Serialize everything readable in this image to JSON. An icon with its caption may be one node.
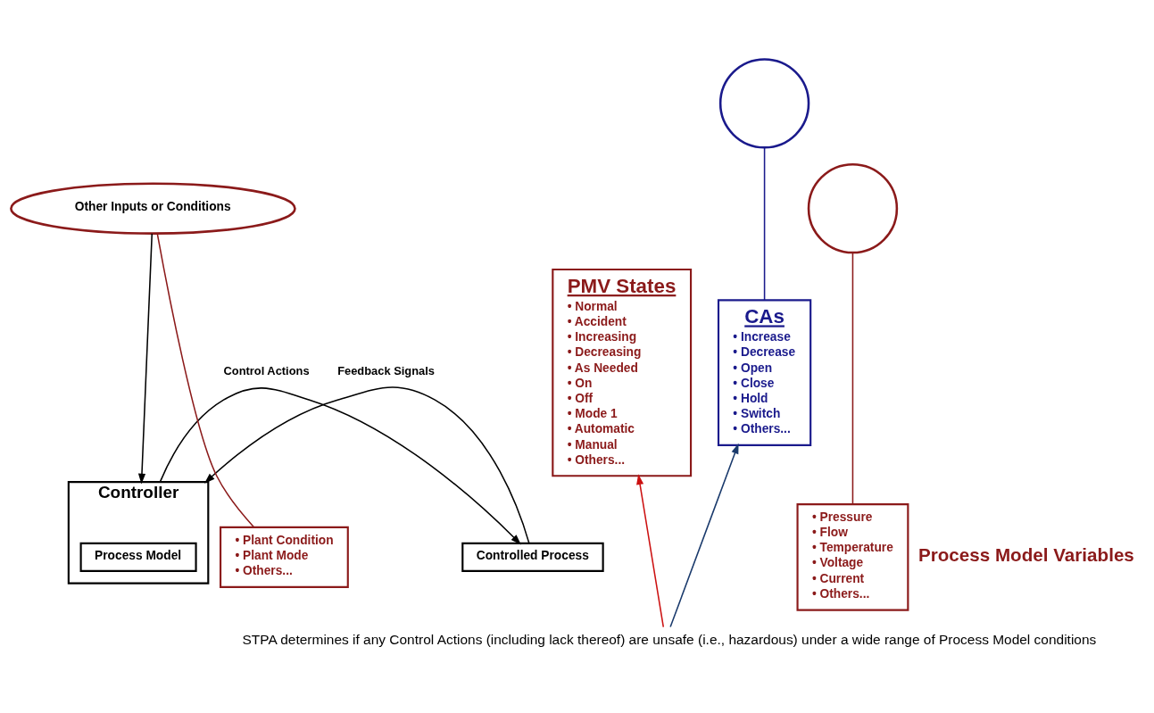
{
  "diagram": {
    "nodes": [
      {
        "text": [
          "Controller"
        ]
      },
      {
        "text": [
          "Process Model"
        ],
        "in": 0
      },
      {
        "text": [
          "Controlled Process"
        ]
      },
      {
        "text": [
          "CAs",
          "• Increase",
          "• Decrease",
          "• Open",
          "• Close",
          "• Hold",
          "• Switch",
          "• Others..."
        ]
      },
      {
        "text": [],
        "shape": "circle"
      },
      {
        "text": [],
        "shape": "circle"
      },
      {
        "text": [
          "Other Inputs or Conditions"
        ]
      },
      {
        "text": [
          "• Plant Condition",
          "• Plant Mode",
          "• Others..."
        ]
      },
      {
        "text": [
          "• Pressure",
          "• Flow",
          "• Temperature",
          "• Voltage",
          "• Current",
          "• Others..."
        ]
      },
      {
        "text": [
          "PMV States",
          "• Normal",
          "• Accident",
          "• Increasing",
          "• Decreasing",
          "• As Needed",
          "• On",
          "• Off",
          "• Mode 1",
          "• Automatic",
          "• Manual",
          "• Others..."
        ]
      },
      {
        "text": [
          "STPA determines if any Control Actions (including lack thereof) are unsafe (i.e., hazardous) under a wide range of Process Model conditions"
        ]
      }
    ],
    "edges": [
      {
        "from": 0,
        "to": 2,
        "arrow": "to",
        "label": "Control Actions"
      },
      {
        "from": 2,
        "to": 0,
        "arrow": "to",
        "label": "Feedback Signals"
      },
      {
        "from": 6,
        "to": 0,
        "arrow": "to"
      },
      {
        "from": 4,
        "to": 3,
        "arrow": "none",
        "color": "#1a1a8c"
      },
      {
        "from": 5,
        "to": 8,
        "arrow": "none",
        "color": "#8b1a1a"
      },
      {
        "from": 6,
        "to": 7,
        "arrow": "none",
        "color": "#8b1a1a"
      },
      {
        "from": 10,
        "to": 3,
        "arrow": "to",
        "color": "#1a3a6c"
      },
      {
        "from": 10,
        "to": 9,
        "arrow": "to",
        "color": "#cc1111"
      }
    ],
    "labels": [
      "Process Model Variables"
    ]
  }
}
